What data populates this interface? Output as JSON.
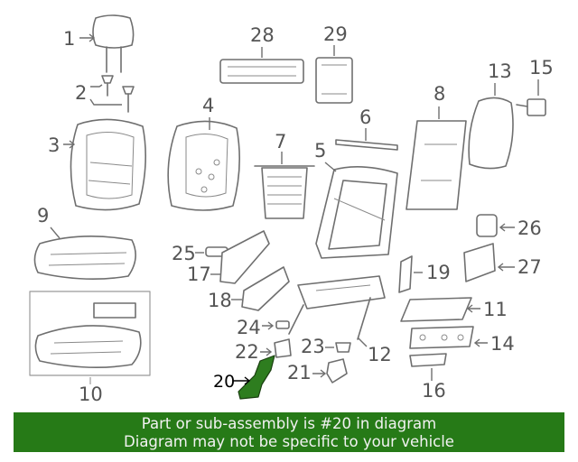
{
  "callouts": [
    "1",
    "2",
    "3",
    "4",
    "5",
    "6",
    "7",
    "8",
    "9",
    "10",
    "11",
    "12",
    "13",
    "14",
    "15",
    "16",
    "17",
    "18",
    "19",
    "20",
    "21",
    "22",
    "23",
    "24",
    "25",
    "26",
    "27",
    "28",
    "29"
  ],
  "highlight_callout": "20",
  "colors": {
    "highlight_part": "#2e7d1f",
    "banner_bg": "#267a17",
    "banner_text": "#f2f2f2",
    "line": "#6f6f6f"
  },
  "banner": {
    "line1": "Part or sub-assembly is #20 in diagram",
    "line2": "Diagram may not be specific to your vehicle"
  }
}
